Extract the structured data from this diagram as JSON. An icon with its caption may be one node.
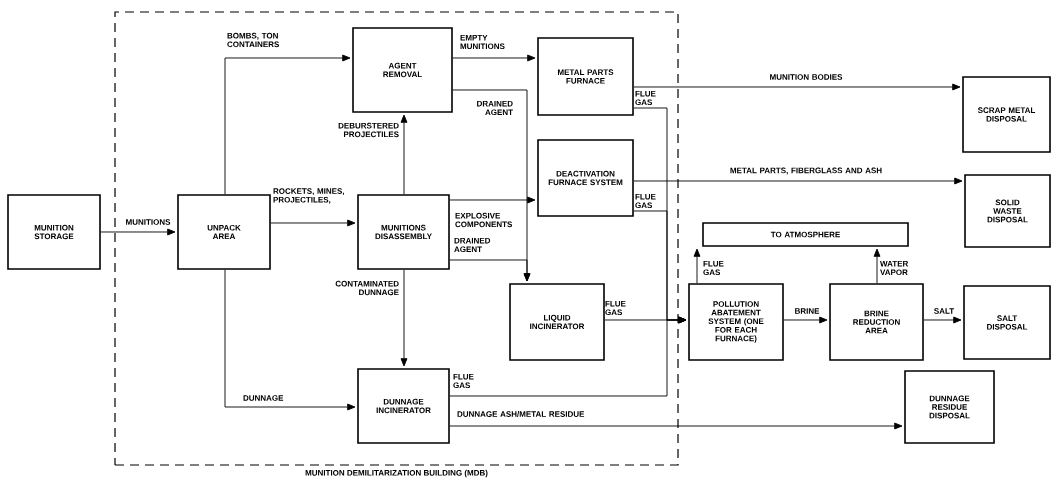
{
  "diagram": {
    "nodes": [
      {
        "text": [
          "MUNITION DEMILITARIZATION BUILDING (MDB)"
        ]
      },
      {
        "text": [
          "MUNITION STORAGE"
        ]
      },
      {
        "text": [
          "UNPACK AREA"
        ],
        "in": 0
      },
      {
        "text": [
          "AGENT REMOVAL"
        ],
        "in": 0
      },
      {
        "text": [
          "METAL PARTS FURNACE"
        ],
        "in": 0
      },
      {
        "text": [
          "MUNITIONS DISASSEMBLY"
        ],
        "in": 0
      },
      {
        "text": [
          "DEACTIVATION FURNACE SYSTEM"
        ],
        "in": 0
      },
      {
        "text": [
          "LIQUID INCINERATOR"
        ],
        "in": 0
      },
      {
        "text": [
          "DUNNAGE INCINERATOR"
        ],
        "in": 0
      },
      {
        "text": [
          "SCRAP METAL DISPOSAL"
        ]
      },
      {
        "text": [
          "SOLID WASTE DISPOSAL"
        ]
      },
      {
        "text": [
          "TO ATMOSPHERE"
        ]
      },
      {
        "text": [
          "POLLUTION ABATEMENT SYSTEM (ONE FOR EACH FURNACE)"
        ]
      },
      {
        "text": [
          "BRINE REDUCTION AREA"
        ]
      },
      {
        "text": [
          "SALT DISPOSAL"
        ]
      },
      {
        "text": [
          "DUNNAGE RESIDUE DISPOSAL"
        ]
      }
    ],
    "edges": [
      {
        "from": 1,
        "to": 2,
        "arrow": "to",
        "label": "MUNITIONS"
      },
      {
        "from": 2,
        "to": 3,
        "arrow": "to",
        "label": "BOMBS, TON CONTAINERS"
      },
      {
        "from": 2,
        "to": 5,
        "arrow": "to",
        "label": "ROCKETS, MINES, PROJECTILES,"
      },
      {
        "from": 2,
        "to": 8,
        "arrow": "to",
        "label": "DUNNAGE"
      },
      {
        "from": 5,
        "to": 3,
        "arrow": "to",
        "label": "DEBURSTERED PROJECTILES"
      },
      {
        "from": 5,
        "to": 8,
        "arrow": "to",
        "label": "CONTAMINATED DUNNAGE"
      },
      {
        "from": 3,
        "to": 4,
        "arrow": "to",
        "label": "EMPTY MUNITIONS"
      },
      {
        "from": 3,
        "to": 7,
        "arrow": "to",
        "label": "DRAINED AGENT"
      },
      {
        "from": 5,
        "to": 7,
        "arrow": "to",
        "label": "DRAINED AGENT"
      },
      {
        "from": 5,
        "to": 6,
        "arrow": "to",
        "label": "EXPLOSIVE COMPONENTS"
      },
      {
        "from": 4,
        "to": 9,
        "arrow": "to",
        "label": "MUNITION BODIES"
      },
      {
        "from": 6,
        "to": 10,
        "arrow": "to",
        "label": "METAL PARTS, FIBERGLASS AND ASH"
      },
      {
        "from": 4,
        "to": 12,
        "arrow": "to",
        "label": "FLUE GAS"
      },
      {
        "from": 6,
        "to": 12,
        "arrow": "to",
        "label": "FLUE GAS"
      },
      {
        "from": 7,
        "to": 12,
        "arrow": "to",
        "label": "FLUE GAS"
      },
      {
        "from": 8,
        "to": 12,
        "arrow": "to",
        "label": "FLUE GAS"
      },
      {
        "from": 8,
        "to": 15,
        "arrow": "to",
        "label": "DUNNAGE ASH/METAL RESIDUE"
      },
      {
        "from": 12,
        "to": 11,
        "arrow": "to",
        "label": "FLUE GAS"
      },
      {
        "from": 13,
        "to": 11,
        "arrow": "to",
        "label": "WATER VAPOR"
      },
      {
        "from": 12,
        "to": 13,
        "arrow": "to",
        "label": "BRINE"
      },
      {
        "from": 13,
        "to": 14,
        "arrow": "to",
        "label": "SALT"
      }
    ]
  }
}
